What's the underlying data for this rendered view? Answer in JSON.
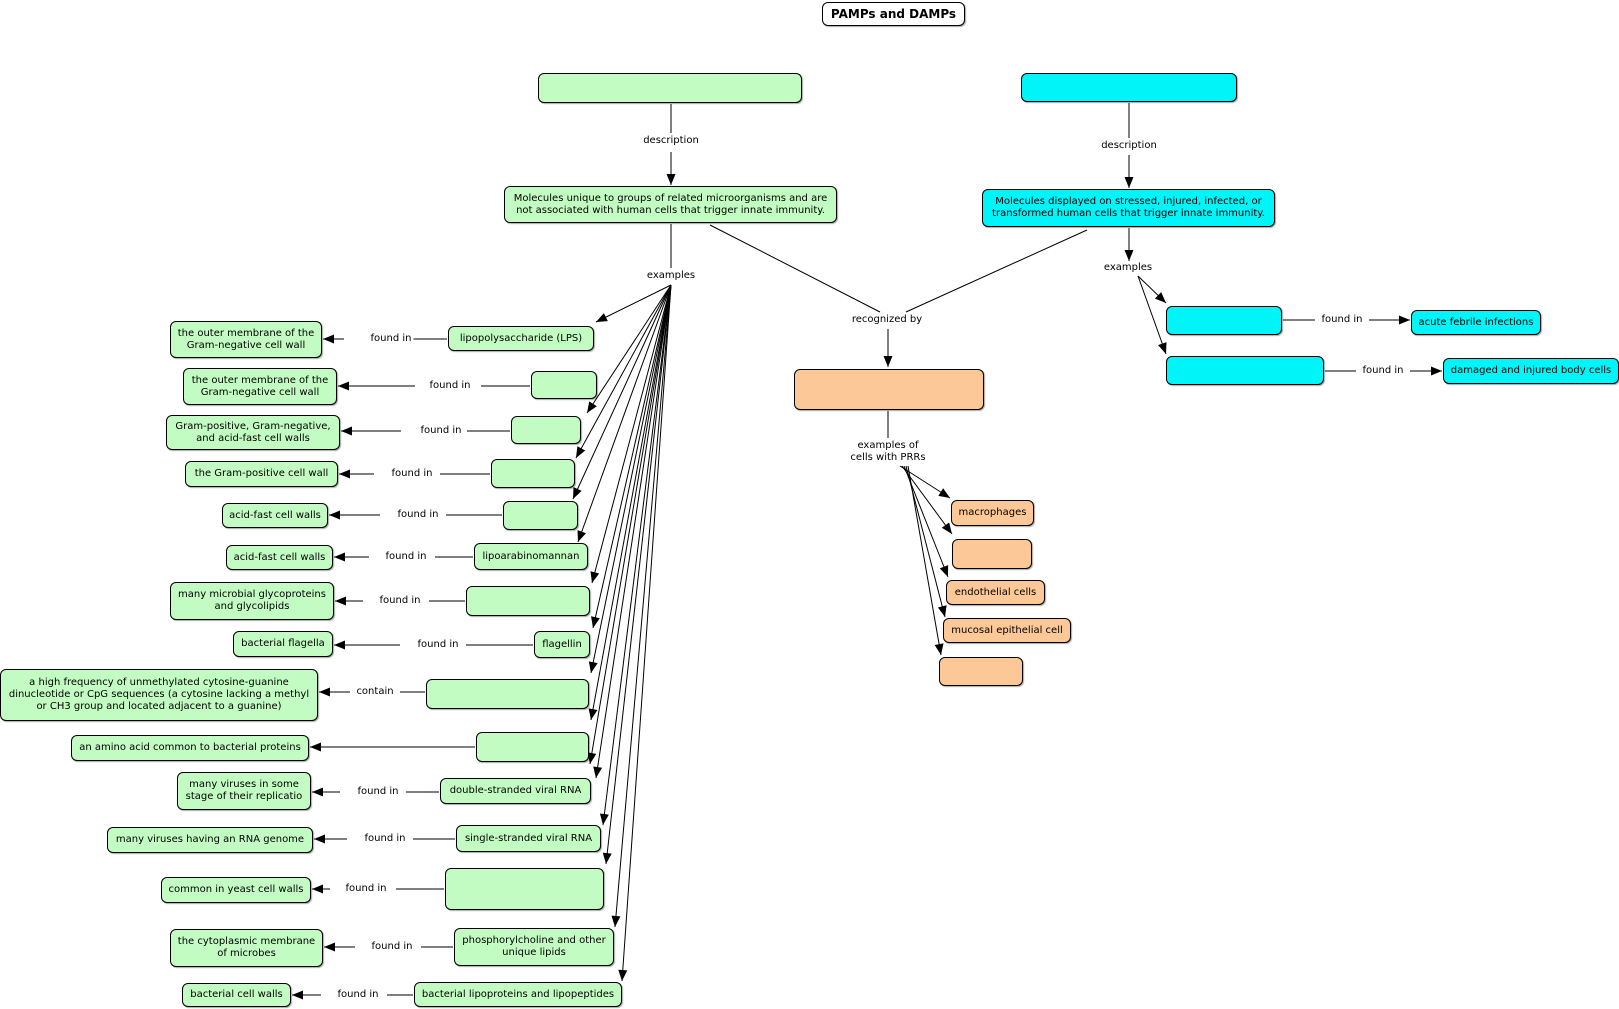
{
  "title": "PAMPs and DAMPs",
  "pamps": {
    "header": "",
    "description_link": "description",
    "description": "Molecules unique to groups of related microorganisms and are not associated with human cells that trigger innate immunity.",
    "examples_link": "examples",
    "examples": [
      {
        "name": "lipopolysaccharide (LPS)",
        "link": "found in",
        "target": "the outer membrane of the Gram-negative cell wall"
      },
      {
        "name": "",
        "link": "found in",
        "target": "the outer membrane of the Gram-negative cell wall"
      },
      {
        "name": "",
        "link": "found in",
        "target": "Gram-positive, Gram-negative, and acid-fast cell walls"
      },
      {
        "name": "",
        "link": "found in",
        "target": "the Gram-positive cell wall"
      },
      {
        "name": "",
        "link": "found in",
        "target": "acid-fast cell walls"
      },
      {
        "name": "lipoarabinomannan",
        "link": "found in",
        "target": "acid-fast cell walls"
      },
      {
        "name": "",
        "link": "found in",
        "target": "many microbial glycoproteins and glycolipids"
      },
      {
        "name": "flagellin",
        "link": "found in",
        "target": "bacterial flagella"
      },
      {
        "name": "",
        "link": "contain",
        "target": "a high frequency of unmethylated cytosine-guanine dinucleotide or CpG sequences (a cytosine lacking a methyl or CH3 group and located adjacent to a guanine)"
      },
      {
        "name": "",
        "link": "",
        "target": "an amino acid common to bacterial proteins"
      },
      {
        "name": "double-stranded viral RNA",
        "link": "found in",
        "target": "many viruses in some stage of their replicatio"
      },
      {
        "name": "single-stranded viral RNA",
        "link": "found in",
        "target": "many viruses having an RNA genome"
      },
      {
        "name": "",
        "link": "found in",
        "target": "common in yeast cell walls"
      },
      {
        "name": "phosphorylcholine and other unique lipids",
        "link": "found in",
        "target": "the cytoplasmic membrane of microbes"
      },
      {
        "name": "bacterial lipoproteins and lipopeptides",
        "link": "found in",
        "target": "bacterial cell walls"
      }
    ]
  },
  "damps": {
    "header": "",
    "description_link": "description",
    "description": "Molecules displayed on stressed, injured, infected, or transformed human cells that trigger innate immunity.",
    "examples_link": "examples",
    "examples": [
      {
        "name": "",
        "link": "found in",
        "target": "acute febrile infections"
      },
      {
        "name": "",
        "link": "found in",
        "target": "damaged and injured body cells"
      }
    ]
  },
  "prr": {
    "recognized_link": "recognized by",
    "header": "",
    "cells_link": "examples of cells with PRRs",
    "cells": [
      "macrophages",
      "",
      "endothelial cells",
      "mucosal epithelial cell",
      ""
    ]
  },
  "colors": {
    "pamp": "#c3fcc3",
    "damp": "#00f4f8",
    "prr": "#fdc897",
    "line": "#000000"
  }
}
